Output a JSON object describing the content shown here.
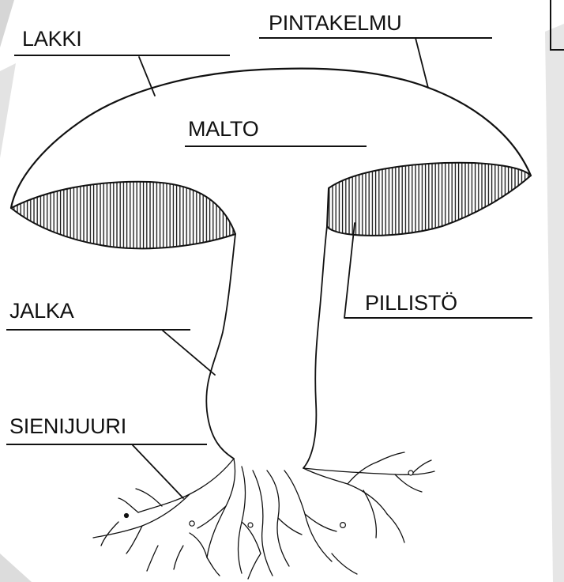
{
  "labels": {
    "lakki": "LAKKI",
    "pintakelmu": "PINTAKELMU",
    "malto": "MALTO",
    "pillisto": "PILLISTÖ",
    "jalka": "JALKA",
    "sienijuuri": "SIENIJUURI"
  },
  "colors": {
    "ink": "#111111",
    "paper": "#ffffff",
    "shade": "#d9d9d9"
  }
}
